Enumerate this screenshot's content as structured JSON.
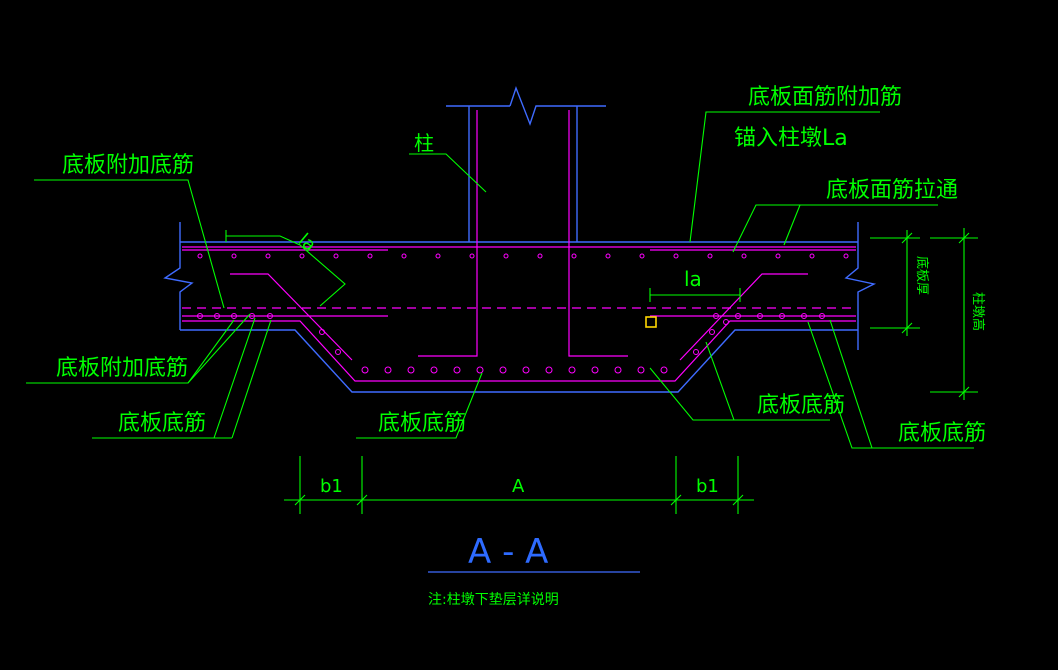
{
  "labels": {
    "column": "柱",
    "top_additional": "底板面筋附加筋",
    "anchor_la": "锚入柱墩La",
    "top_through": "底板面筋拉通",
    "bottom_additional_top": "底板附加底筋",
    "bottom_additional_left": "底板附加底筋",
    "bottom_rebar_left": "底板底筋",
    "bottom_rebar_center": "底板底筋",
    "bottom_rebar_right1": "底板底筋",
    "bottom_rebar_right2": "底板底筋",
    "slab_thickness": "底板厚",
    "pier_height": "柱墩高",
    "la_left": "la",
    "la_right": "la"
  },
  "dimensions": {
    "b1_left": "b1",
    "a_center": "A",
    "b1_right": "b1"
  },
  "section_title": "A - A",
  "note": "注:柱墩下垫层详说明",
  "colors": {
    "background": "#000000",
    "concrete_outline": "#3f6bff",
    "rebar": "#ff00ff",
    "leader": "#00ff00",
    "dimension": "#00ff00",
    "marker": "#ffd700"
  }
}
